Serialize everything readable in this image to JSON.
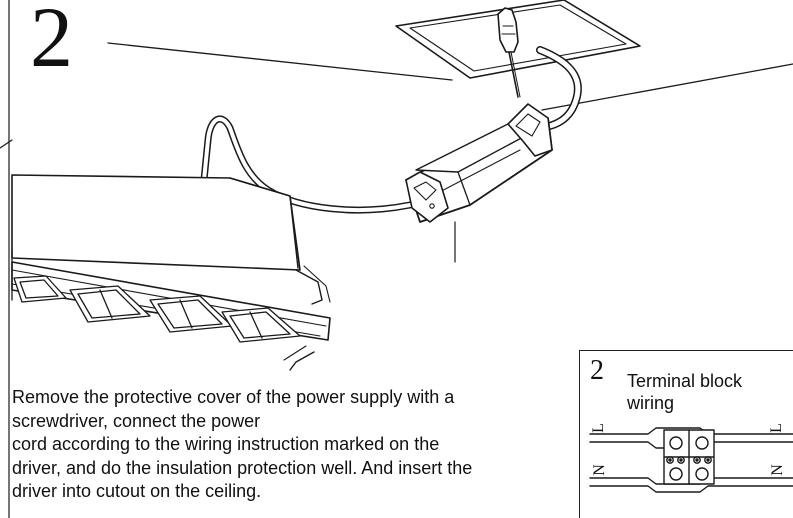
{
  "step": {
    "number": "2"
  },
  "instructions": {
    "lines": [
      "Remove the protective cover of the power supply with a",
      "screwdriver, connect the power",
      "cord according to the wiring instruction marked on the",
      "driver, and do the insulation protection well. And insert the",
      "driver into cutout on the ceiling."
    ]
  },
  "inset": {
    "step_number": "2",
    "title": "Terminal block wiring",
    "labels": {
      "left_live": "L",
      "left_neutral": "N",
      "right_live": "L",
      "right_neutral": "N"
    }
  }
}
